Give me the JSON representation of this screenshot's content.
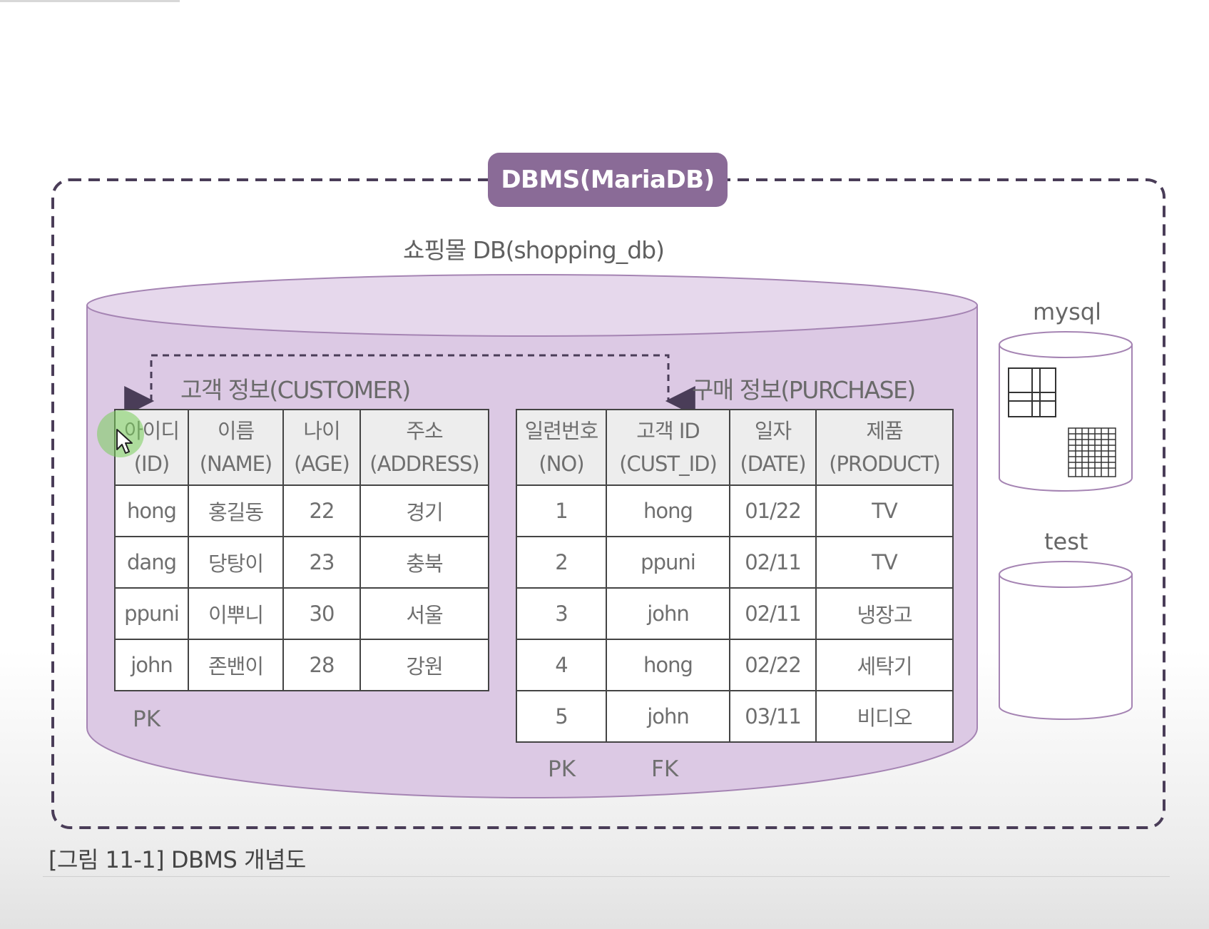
{
  "dbms_label": "DBMS(MariaDB)",
  "database": {
    "title": "쇼핑몰 DB(shopping_db)"
  },
  "customer_table": {
    "title": "고객 정보(CUSTOMER)",
    "columns": [
      {
        "ko": "아이디",
        "en": "(ID)"
      },
      {
        "ko": "이름",
        "en": "(NAME)"
      },
      {
        "ko": "나이",
        "en": "(AGE)"
      },
      {
        "ko": "주소",
        "en": "(ADDRESS)"
      }
    ],
    "rows": [
      [
        "hong",
        "홍길동",
        "22",
        "경기"
      ],
      [
        "dang",
        "당탕이",
        "23",
        "충북"
      ],
      [
        "ppuni",
        "이뿌니",
        "30",
        "서울"
      ],
      [
        "john",
        "존밴이",
        "28",
        "강원"
      ]
    ],
    "key_label": "PK"
  },
  "purchase_table": {
    "title": "구매 정보(PURCHASE)",
    "columns": [
      {
        "ko": "일련번호",
        "en": "(NO)"
      },
      {
        "ko": "고객 ID",
        "en": "(CUST_ID)"
      },
      {
        "ko": "일자",
        "en": "(DATE)"
      },
      {
        "ko": "제품",
        "en": "(PRODUCT)"
      }
    ],
    "rows": [
      [
        "1",
        "hong",
        "01/22",
        "TV"
      ],
      [
        "2",
        "ppuni",
        "02/11",
        "TV"
      ],
      [
        "3",
        "john",
        "02/11",
        "냉장고"
      ],
      [
        "4",
        "hong",
        "02/22",
        "세탁기"
      ],
      [
        "5",
        "john",
        "03/11",
        "비디오"
      ]
    ],
    "pk_label": "PK",
    "fk_label": "FK"
  },
  "other_databases": [
    {
      "name": "mysql"
    },
    {
      "name": "test"
    }
  ],
  "caption": "[그림 11-1] DBMS 개념도",
  "colors": {
    "badge": "#8a6b97",
    "cylinder_fill": "#dcc9e4",
    "cylinder_stroke": "#a584b3",
    "dashed_border": "#4a3d58",
    "table_header": "#ededed"
  }
}
